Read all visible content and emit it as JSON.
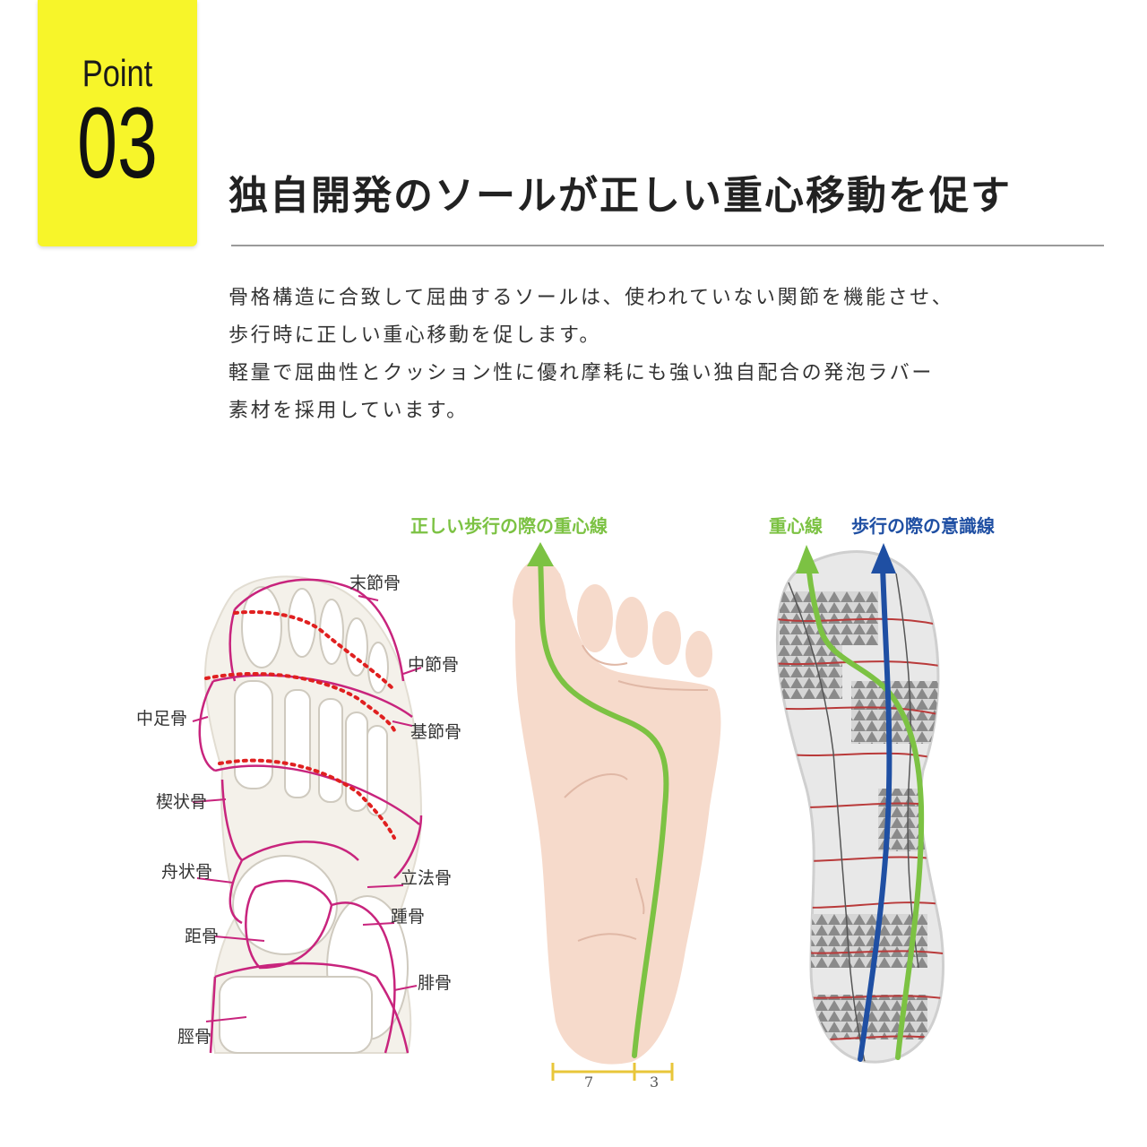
{
  "badge": {
    "word": "Point",
    "number": "03"
  },
  "title": "独自開発のソールが正しい重心移動を促す",
  "body": [
    "骨格構造に合致して屈曲するソールは、使われていない関節を機能させ、",
    "歩行時に正しい重心移動を促します。",
    "軽量で屈曲性とクッション性に優れ摩耗にも強い独自配合の発泡ラバー",
    "素材を採用しています。"
  ],
  "labels": {
    "correct_line": "正しい歩行の際の重心線",
    "center_line": "重心線",
    "conscious_line": "歩行の際の意識線"
  },
  "bones": {
    "matsusetsu": "末節骨",
    "chusetsu": "中節骨",
    "kisetsu": "基節骨",
    "chusoku": "中足骨",
    "kejo": "楔状骨",
    "shujo": "舟状骨",
    "rippo": "立法骨",
    "kyo": "距骨",
    "sho": "踵骨",
    "hi": "腓骨",
    "kei": "脛骨"
  },
  "ratio": {
    "left": "7",
    "right": "3"
  },
  "colors": {
    "badge": "#f7f52a",
    "green": "#7cc243",
    "blue": "#1f4fa3",
    "magenta": "#c8247d",
    "red_dot": "#e02020",
    "ruler": "#e8c63a"
  }
}
